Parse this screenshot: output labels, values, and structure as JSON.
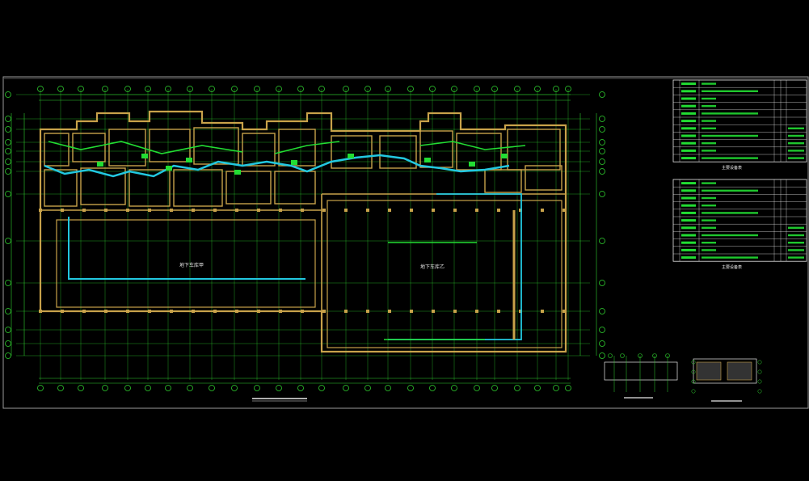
{
  "drawing": {
    "zone_labels": [
      "地下车库甲",
      "地下车库乙"
    ]
  },
  "schedules": [
    {
      "title": "主要设备表",
      "rows": 11
    },
    {
      "title": "主要设备表",
      "rows": 11
    }
  ],
  "colors": {
    "background": "#000000",
    "frame": "#9a9a9a",
    "wall": "#c8a24a",
    "grid": "#2fd02f",
    "duct_green": "#22dd33",
    "duct_cyan": "#22c8e0",
    "text_white": "#e8e8e8"
  }
}
